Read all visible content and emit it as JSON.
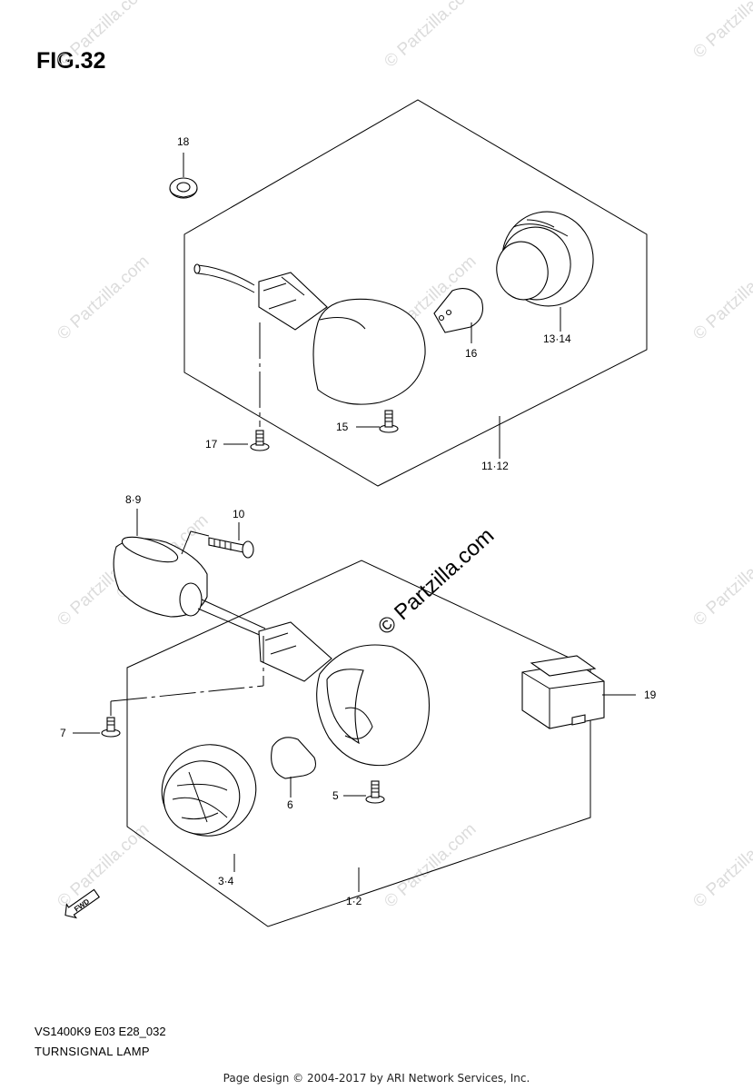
{
  "figure": {
    "title": "FIG.32",
    "model_code": "VS1400K9 E03 E28_032",
    "description": "TURNSIGNAL LAMP"
  },
  "labels": {
    "p18": "18",
    "p13_14": "13·14",
    "p16": "16",
    "p15": "15",
    "p17": "17",
    "p11_12": "11·12",
    "p8_9": "8·9",
    "p10": "10",
    "p19": "19",
    "p7": "7",
    "p6": "6",
    "p5": "5",
    "p3_4": "3·4",
    "p1_2": "1·2",
    "fwd": "FWD"
  },
  "watermark": {
    "small": "© Partzilla.com",
    "large": "© Partzilla.com"
  },
  "footer": "Page design © 2004-2017 by ARI Network Services, Inc."
}
